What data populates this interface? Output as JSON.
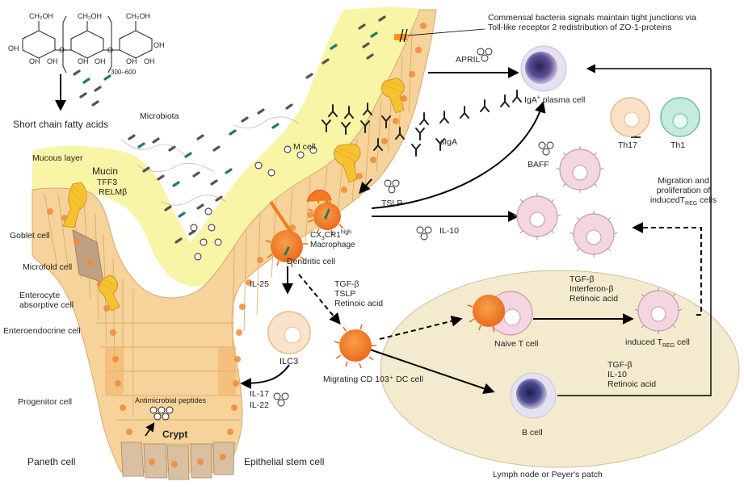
{
  "colors": {
    "mucus": "#f8f5a6",
    "epithelium": "#f6d39a",
    "orange_cell": "#f47b20",
    "plasma_cell": "#6a5aa0",
    "lymph_node": "#f4ebcf",
    "treg_cell": "#f3d6df",
    "th1_cell": "#bfe6d8"
  },
  "molecule": {
    "repeat_range": "300–600",
    "oh": "OH",
    "ch2oh": "CH₂OH",
    "o": "O"
  },
  "labels": {
    "short_chain_fatty_acids": "Short chain fatty acids",
    "microbiota": "Microbiota",
    "mucous_layer": "Mucous layer",
    "mucin": "Mucin",
    "tff3": "TFF3",
    "relmb": "RELMβ",
    "goblet_cell": "Goblet cell",
    "microfold_cell": "Microfold cell",
    "enterocyte_line1": "Enterocyte",
    "enterocyte_line2": "absorptive cell",
    "enteroendocrine_cell": "Enteroendocrine cell",
    "progenitor_cell": "Progenitor cell",
    "paneth_cell": "Paneth cell",
    "antimicrobial_peptides": "Antimicrobial peptides",
    "crypt": "Crypt",
    "epithelial_stem_cell": "Epithelial stem cell",
    "m_cell": "M cell",
    "commensal_line1": "Commensal bacteria signals maintain tight junctions via",
    "commensal_line2": "Toll-like receptor 2 redistribution of  ZO-1-proteins",
    "april": "APRIL",
    "iga_prefix": "IgA",
    "iga_sup": "+",
    "iga_suffix": " plasma cell",
    "siga": "sIgA",
    "baff": "BAFF",
    "tslp_top": "TSLP",
    "cx3_prefix": "CX",
    "cx3_sub": "3",
    "cx3_mid": "CR1",
    "cx3_sup": "high",
    "macrophage": "Macrophage",
    "il10_mid": "IL-10",
    "dendritic_cell": "Dendritic cell",
    "il25": "IL-25",
    "dc_signals": [
      "TGF-β",
      "TSLP",
      "Retinoic acid"
    ],
    "ilc3": "ILC3",
    "il17": "IL-17",
    "il22": "IL-22",
    "migrating_dc": "Migrating CD 103⁺ DC cell",
    "naive_t_cell": "Naive T cell",
    "treg_signals": [
      "TGF-β",
      "Interferon-β",
      "Retinoic acid"
    ],
    "induced_prefix": "induced T",
    "induced_sub": "REG",
    "induced_suffix": " cell",
    "th17": "Th17",
    "th1": "Th1",
    "migration_line1": "Migration and",
    "migration_line2": "proliferation of",
    "migration_prefix": "inducedT",
    "migration_sub": "REG",
    "migration_suffix": " cells",
    "bcell_signals": [
      "TGF-β",
      "IL-10",
      "Retinoic acid"
    ],
    "b_cell": "B cell",
    "lymph_node": "Lymph node or Peyer's patch"
  }
}
